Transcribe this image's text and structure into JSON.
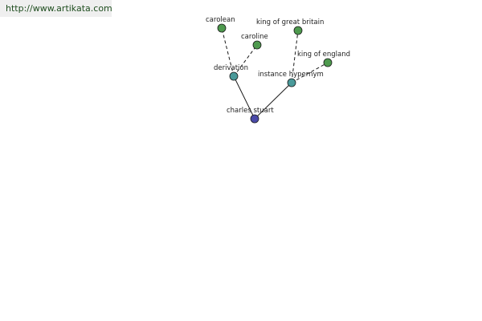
{
  "watermark": {
    "url": "http://www.artikata.com"
  },
  "colors": {
    "root": "#4a4aa8",
    "relation": "#4a9a9a",
    "leaf": "#4e9a4e"
  },
  "graph": {
    "nodes": [
      {
        "id": "charles-stuart",
        "label": "charles stuart",
        "kind": "root"
      },
      {
        "id": "derivation",
        "label": "derivation",
        "kind": "relation"
      },
      {
        "id": "instance-hypernym",
        "label": "instance hypernym",
        "kind": "relation"
      },
      {
        "id": "carolean",
        "label": "carolean",
        "kind": "leaf"
      },
      {
        "id": "caroline",
        "label": "caroline",
        "kind": "leaf"
      },
      {
        "id": "king-of-great-britain",
        "label": "king of great britain",
        "kind": "leaf"
      },
      {
        "id": "king-of-england",
        "label": "king of england",
        "kind": "leaf"
      }
    ],
    "edges": [
      {
        "from": "charles-stuart",
        "to": "derivation",
        "style": "solid"
      },
      {
        "from": "charles-stuart",
        "to": "instance-hypernym",
        "style": "solid"
      },
      {
        "from": "derivation",
        "to": "carolean",
        "style": "dashed"
      },
      {
        "from": "derivation",
        "to": "caroline",
        "style": "dashed"
      },
      {
        "from": "instance-hypernym",
        "to": "king-of-great-britain",
        "style": "dashed"
      },
      {
        "from": "instance-hypernym",
        "to": "king-of-england",
        "style": "dashed"
      }
    ]
  }
}
